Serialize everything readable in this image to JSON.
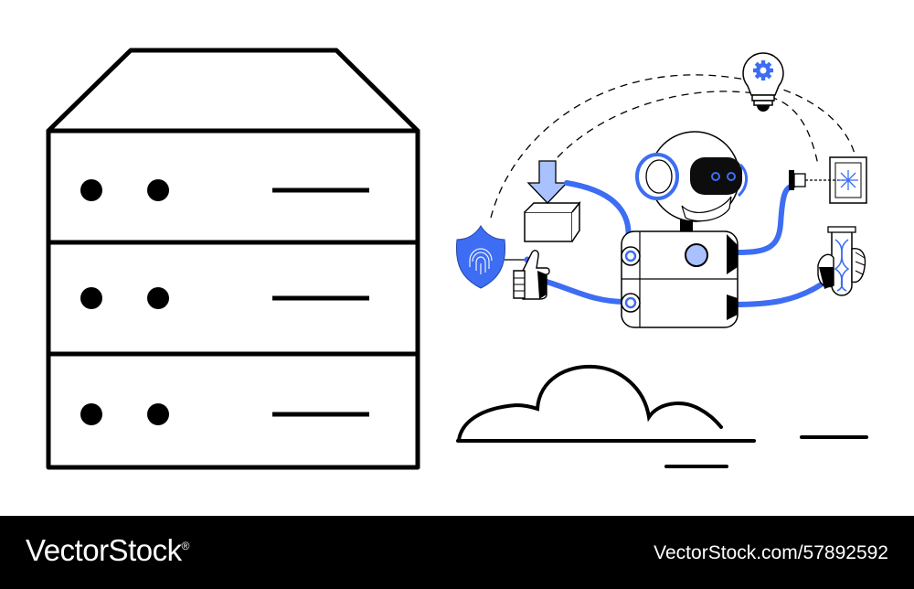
{
  "illustration": {
    "subject": "server rack with robot, cloud, security shield and data icons",
    "colors": {
      "ink": "#000000",
      "accent": "#3d6df2",
      "accent_light": "#a9c2ff",
      "background": "#ffffff"
    },
    "icons": [
      "server-rack-icon",
      "robot-icon",
      "cloud-icon",
      "shield-fingerprint-icon",
      "lightbulb-gear-icon",
      "package-download-icon",
      "dna-test-tube-icon",
      "laser-target-icon",
      "thumbs-up-hand-icon"
    ]
  },
  "footer": {
    "brand": "VectorStock",
    "brand_mark": "®",
    "url": "VectorStock.com/57892592",
    "background": "#000000",
    "text_color": "#ffffff"
  }
}
